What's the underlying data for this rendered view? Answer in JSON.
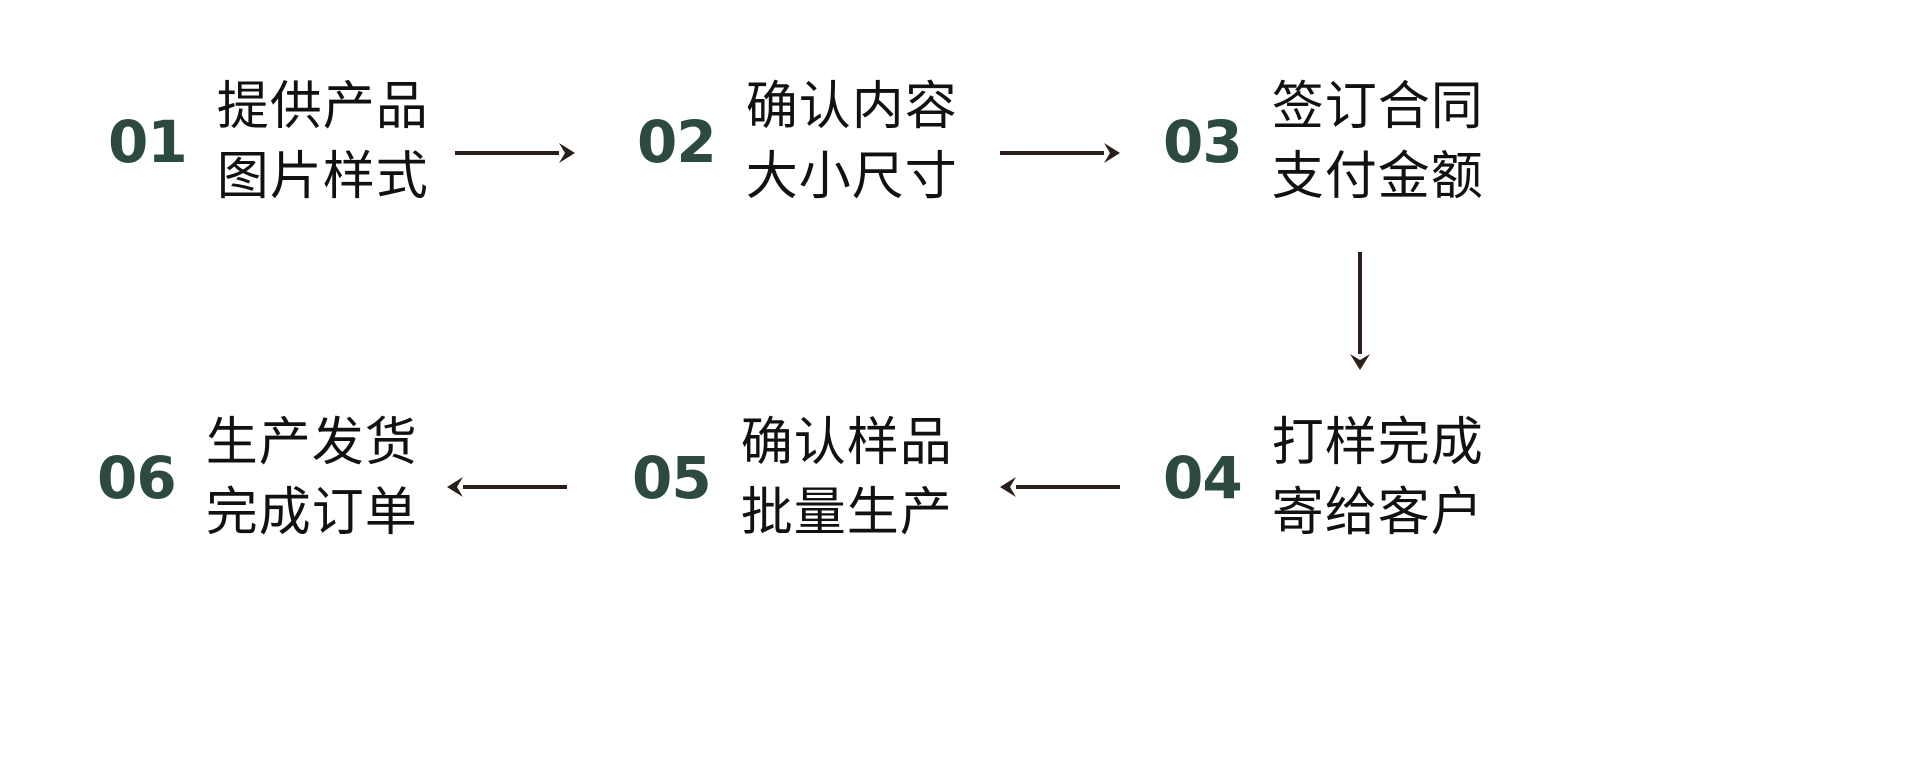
{
  "diagram": {
    "type": "process-flow",
    "title": "",
    "background_color": "#ffffff",
    "number_color": "#2c4a42",
    "text_color": "#111111",
    "arrow_color": "#2b1d18",
    "steps": [
      {
        "id": "step-01",
        "number": "01",
        "line1": "提供产品",
        "line2": "图片样式"
      },
      {
        "id": "step-02",
        "number": "02",
        "line1": "确认内容",
        "line2": "大小尺寸"
      },
      {
        "id": "step-03",
        "number": "03",
        "line1": "签订合同",
        "line2": "支付金额"
      },
      {
        "id": "step-04",
        "number": "04",
        "line1": "打样完成",
        "line2": "寄给客户"
      },
      {
        "id": "step-05",
        "number": "05",
        "line1": "确认样品",
        "line2": "批量生产"
      },
      {
        "id": "step-06",
        "number": "06",
        "line1": "生产发货",
        "line2": "完成订单"
      }
    ],
    "connectors": [
      {
        "id": "arrow-01-to-02",
        "direction": "right"
      },
      {
        "id": "arrow-02-to-03",
        "direction": "right"
      },
      {
        "id": "arrow-03-to-04",
        "direction": "down"
      },
      {
        "id": "arrow-04-to-05",
        "direction": "left"
      },
      {
        "id": "arrow-05-to-06",
        "direction": "left"
      }
    ]
  }
}
